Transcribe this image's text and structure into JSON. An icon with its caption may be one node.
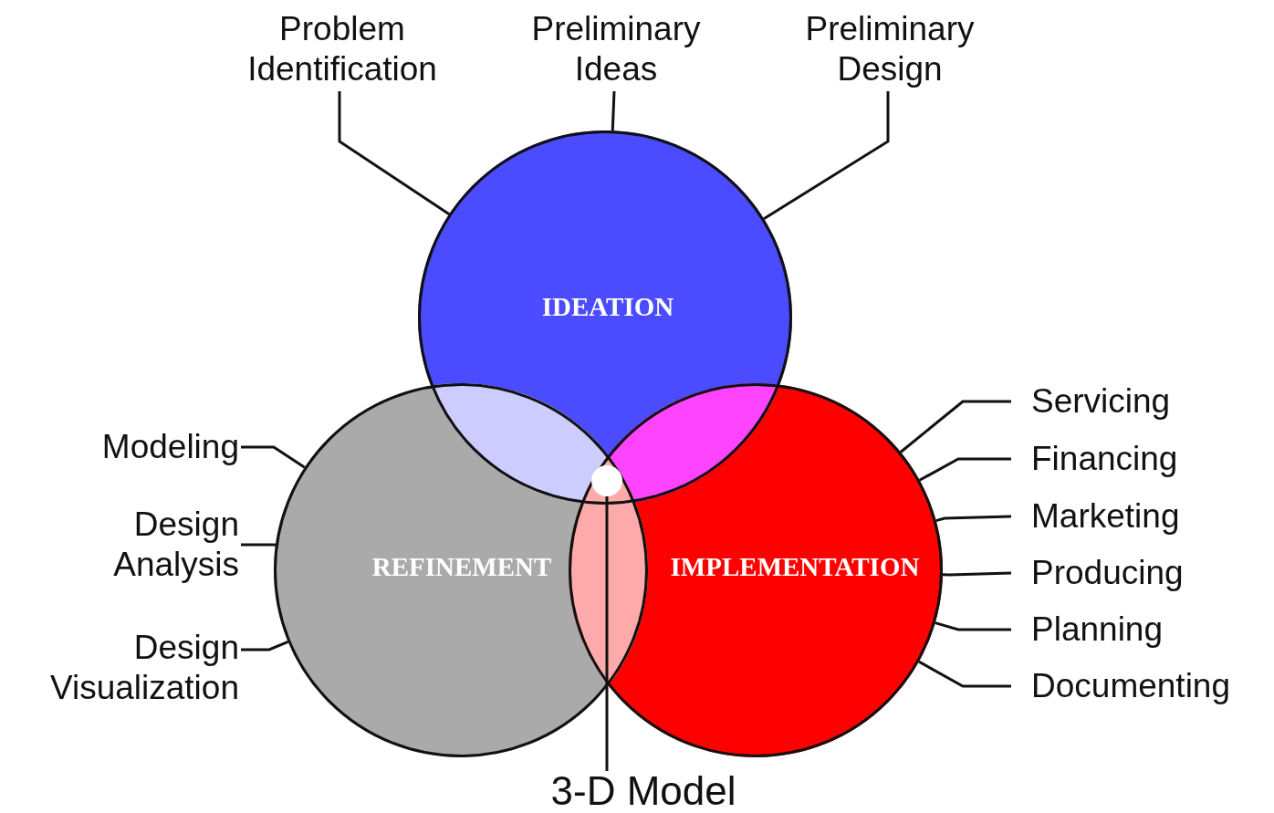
{
  "diagram": {
    "nodes": [
      {
        "text": [
          "Problem Identification"
        ]
      },
      {
        "text": [
          "Preliminary Ideas"
        ]
      },
      {
        "text": [
          "Preliminary Design"
        ]
      },
      {
        "text": [
          "IDEATION"
        ]
      },
      {
        "text": [
          "REFINEMENT"
        ]
      },
      {
        "text": [
          "IMPLEMENTATION"
        ]
      },
      {
        "text": [
          "Modeling"
        ]
      },
      {
        "text": [
          "Design Analysis"
        ]
      },
      {
        "text": [
          "Design Visualization"
        ]
      },
      {
        "text": [
          "Servicing"
        ]
      },
      {
        "text": [
          "Financing"
        ]
      },
      {
        "text": [
          "Marketing"
        ]
      },
      {
        "text": [
          "Producing"
        ]
      },
      {
        "text": [
          "Planning"
        ]
      },
      {
        "text": [
          "Documenting"
        ]
      },
      {
        "text": [],
        "shape": "circle"
      },
      {
        "text": [
          "3-D Model"
        ]
      }
    ],
    "edges": [
      {
        "from": 0,
        "to": 3,
        "arrow": "none"
      },
      {
        "from": 1,
        "to": 3,
        "arrow": "none"
      },
      {
        "from": 2,
        "to": 3,
        "arrow": "none"
      },
      {
        "from": 6,
        "to": 4,
        "arrow": "none"
      },
      {
        "from": 7,
        "to": 4,
        "arrow": "none"
      },
      {
        "from": 8,
        "to": 4,
        "arrow": "none"
      },
      {
        "from": 9,
        "to": 5,
        "arrow": "none"
      },
      {
        "from": 10,
        "to": 5,
        "arrow": "none"
      },
      {
        "from": 11,
        "to": 5,
        "arrow": "none"
      },
      {
        "from": 12,
        "to": 5,
        "arrow": "none"
      },
      {
        "from": 13,
        "to": 5,
        "arrow": "none"
      },
      {
        "from": 14,
        "to": 5,
        "arrow": "none"
      },
      {
        "from": 16,
        "to": 15,
        "arrow": "none"
      }
    ]
  }
}
